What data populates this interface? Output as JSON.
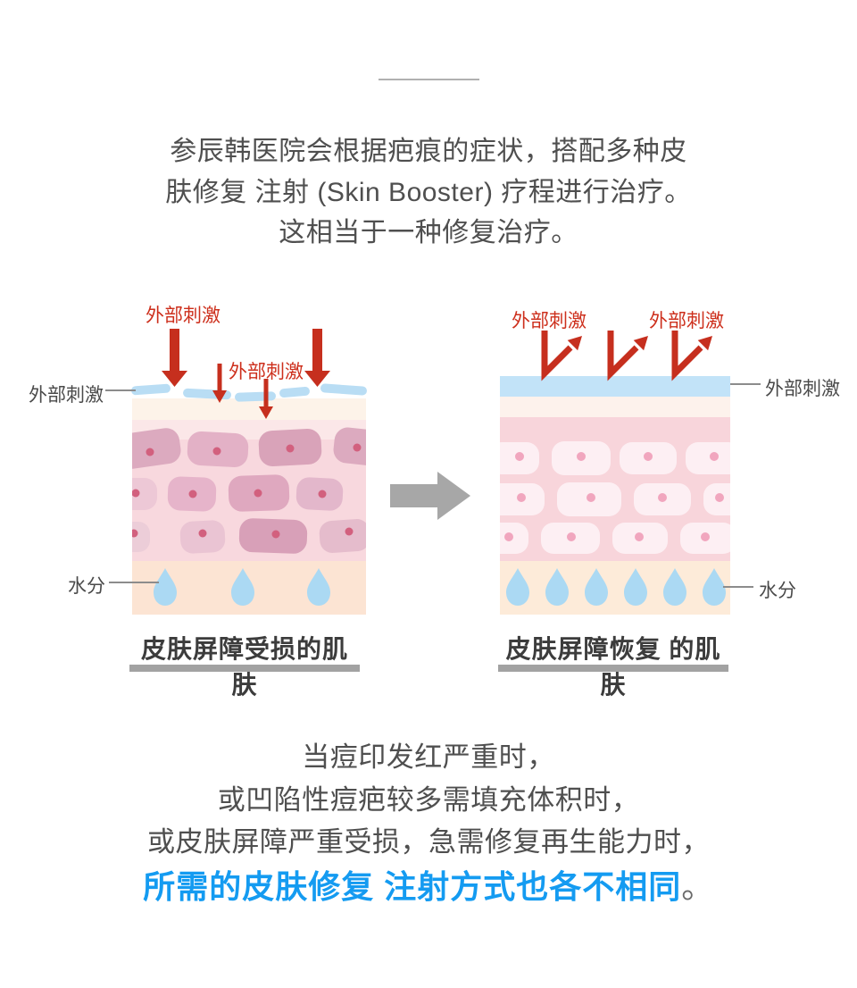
{
  "intro": {
    "lines": [
      "参辰韩医院会根据疤痕的症状，搭配多种皮",
      "肤修复 注射 (Skin Booster) 疗程进行治疗。",
      "这相当于一种修复治疗。"
    ]
  },
  "diagram": {
    "left": {
      "stimulus_label_top": "外部刺激",
      "stimulus_label_mid": "外部刺激",
      "barrier_side_label": "外部刺激",
      "moisture_label": "水分",
      "caption": "皮肤屏障受损的肌肤"
    },
    "right": {
      "stimulus_label_1": "外部刺激",
      "stimulus_label_2": "外部刺激",
      "barrier_side_label": "外部刺激",
      "moisture_label": "水分",
      "caption": "皮肤屏障恢复 的肌肤"
    }
  },
  "conclusion": {
    "lines": [
      "当痘印发红严重时，",
      "或凹陷性痘疤较多需填充体积时，",
      "或皮肤屏障严重受损，急需修复再生能力时，"
    ],
    "highlight": "所需的皮肤修复 注射方式也各不相同",
    "highlight_suffix": "。"
  },
  "palette": {
    "accent_red": "#cd2f1c",
    "highlight_blue": "#149bf1",
    "barrier_blue": "#c2e3f8",
    "barrier_dash_blue": "#b9ddf4",
    "water_drop_blue": "#abd9f3",
    "skin_cream": "#fdf3e9",
    "skin_pink": "#f8d7dd",
    "skin_peach_left": "#fce4d3",
    "skin_peach_right": "#fdebd9",
    "cell_pink_dark": "#d9a3b9",
    "cell_pink_light": "#fdeff3",
    "caption_bar_gray": "#a2a2a2",
    "body_text_gray": "#4f4f4f"
  }
}
